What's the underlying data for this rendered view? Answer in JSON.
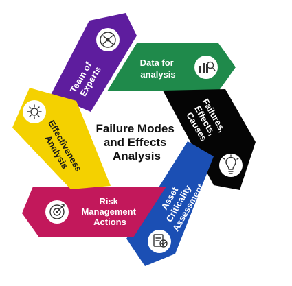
{
  "title": "Failure Modes and Effects Analysis",
  "title_lines": [
    "Failure Modes",
    "and Effects",
    "Analysis"
  ],
  "segments": [
    {
      "id": "team",
      "lines": [
        "Team of",
        "Experts"
      ],
      "color": "#5e1d9e",
      "icon": "team-hands-icon"
    },
    {
      "id": "data",
      "lines": [
        "Data for",
        "analysis"
      ],
      "color": "#1f8a4b",
      "icon": "data-analysis-icon"
    },
    {
      "id": "fec",
      "lines": [
        "Failures,",
        "Effects,",
        "Causes"
      ],
      "color": "#050505",
      "icon": "lightbulb-idea-icon"
    },
    {
      "id": "asset",
      "lines": [
        "Asset",
        "Criticality",
        "Assessment"
      ],
      "color": "#1b4fb4",
      "icon": "checklist-assessment-icon"
    },
    {
      "id": "risk",
      "lines": [
        "Risk",
        "Management",
        "Actions"
      ],
      "color": "#c2185b",
      "icon": "risk-target-icon"
    },
    {
      "id": "effectiveness",
      "lines": [
        "Effectiveness",
        "Analysis"
      ],
      "color": "#f4d100",
      "icon": "gear-cycle-icon"
    }
  ]
}
